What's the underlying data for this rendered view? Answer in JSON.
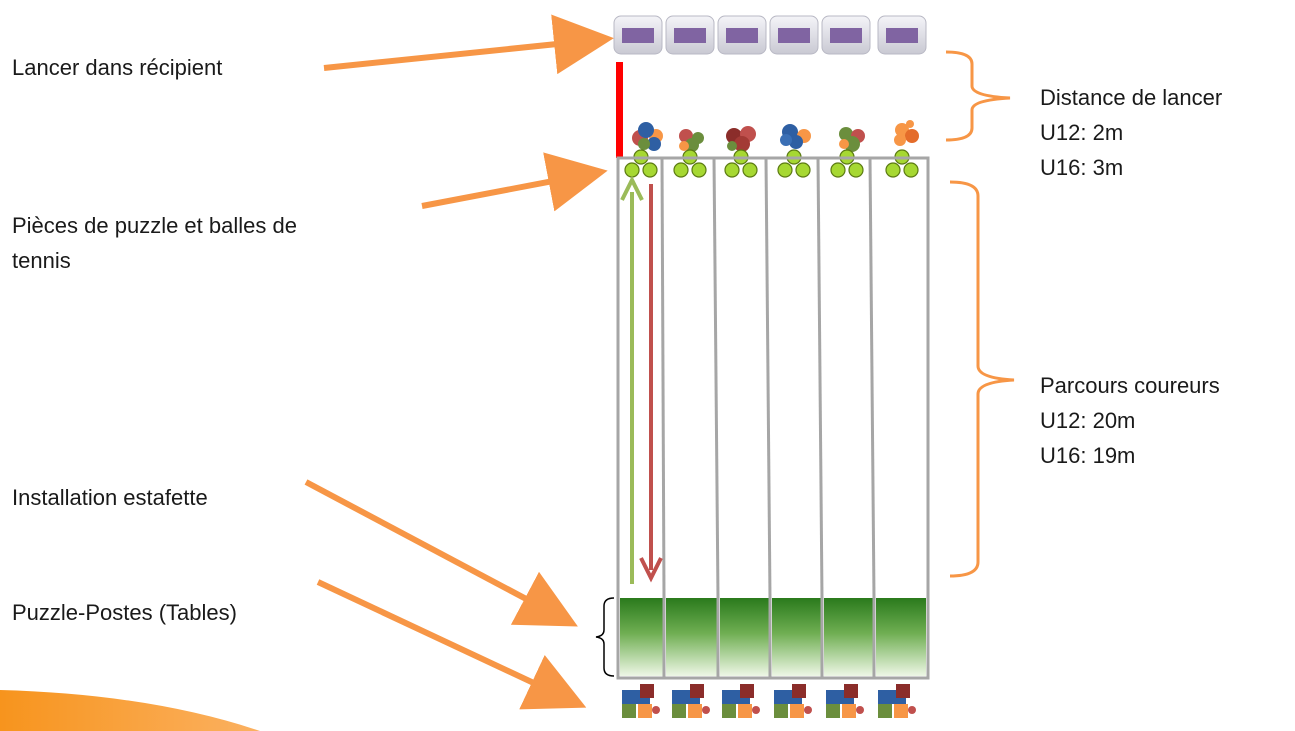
{
  "labels": {
    "throw_into_container": "Lancer dans récipient",
    "puzzle_pieces_and_balls": [
      "Pièces de puzzle et balles de",
      "tennis"
    ],
    "relay_setup": "Installation estafette",
    "puzzle_stations": "Puzzle-Postes (Tables)",
    "throw_distance": [
      "Distance de lancer",
      "U12: 2m",
      "U16: 3m"
    ],
    "runner_course": [
      "Parcours coureurs",
      "U12: 20m",
      "U16: 19m"
    ]
  },
  "lanes": 6,
  "colors": {
    "arrow": "#f79646",
    "lane_border": "#a6a6a6",
    "throw_line": "#ff0000",
    "run_out_arrow": "#9bbb59",
    "run_back_arrow": "#c0504d",
    "table_top": "#2e7d1e",
    "container_fill": "#8064a2",
    "ball": "#a6d832"
  }
}
